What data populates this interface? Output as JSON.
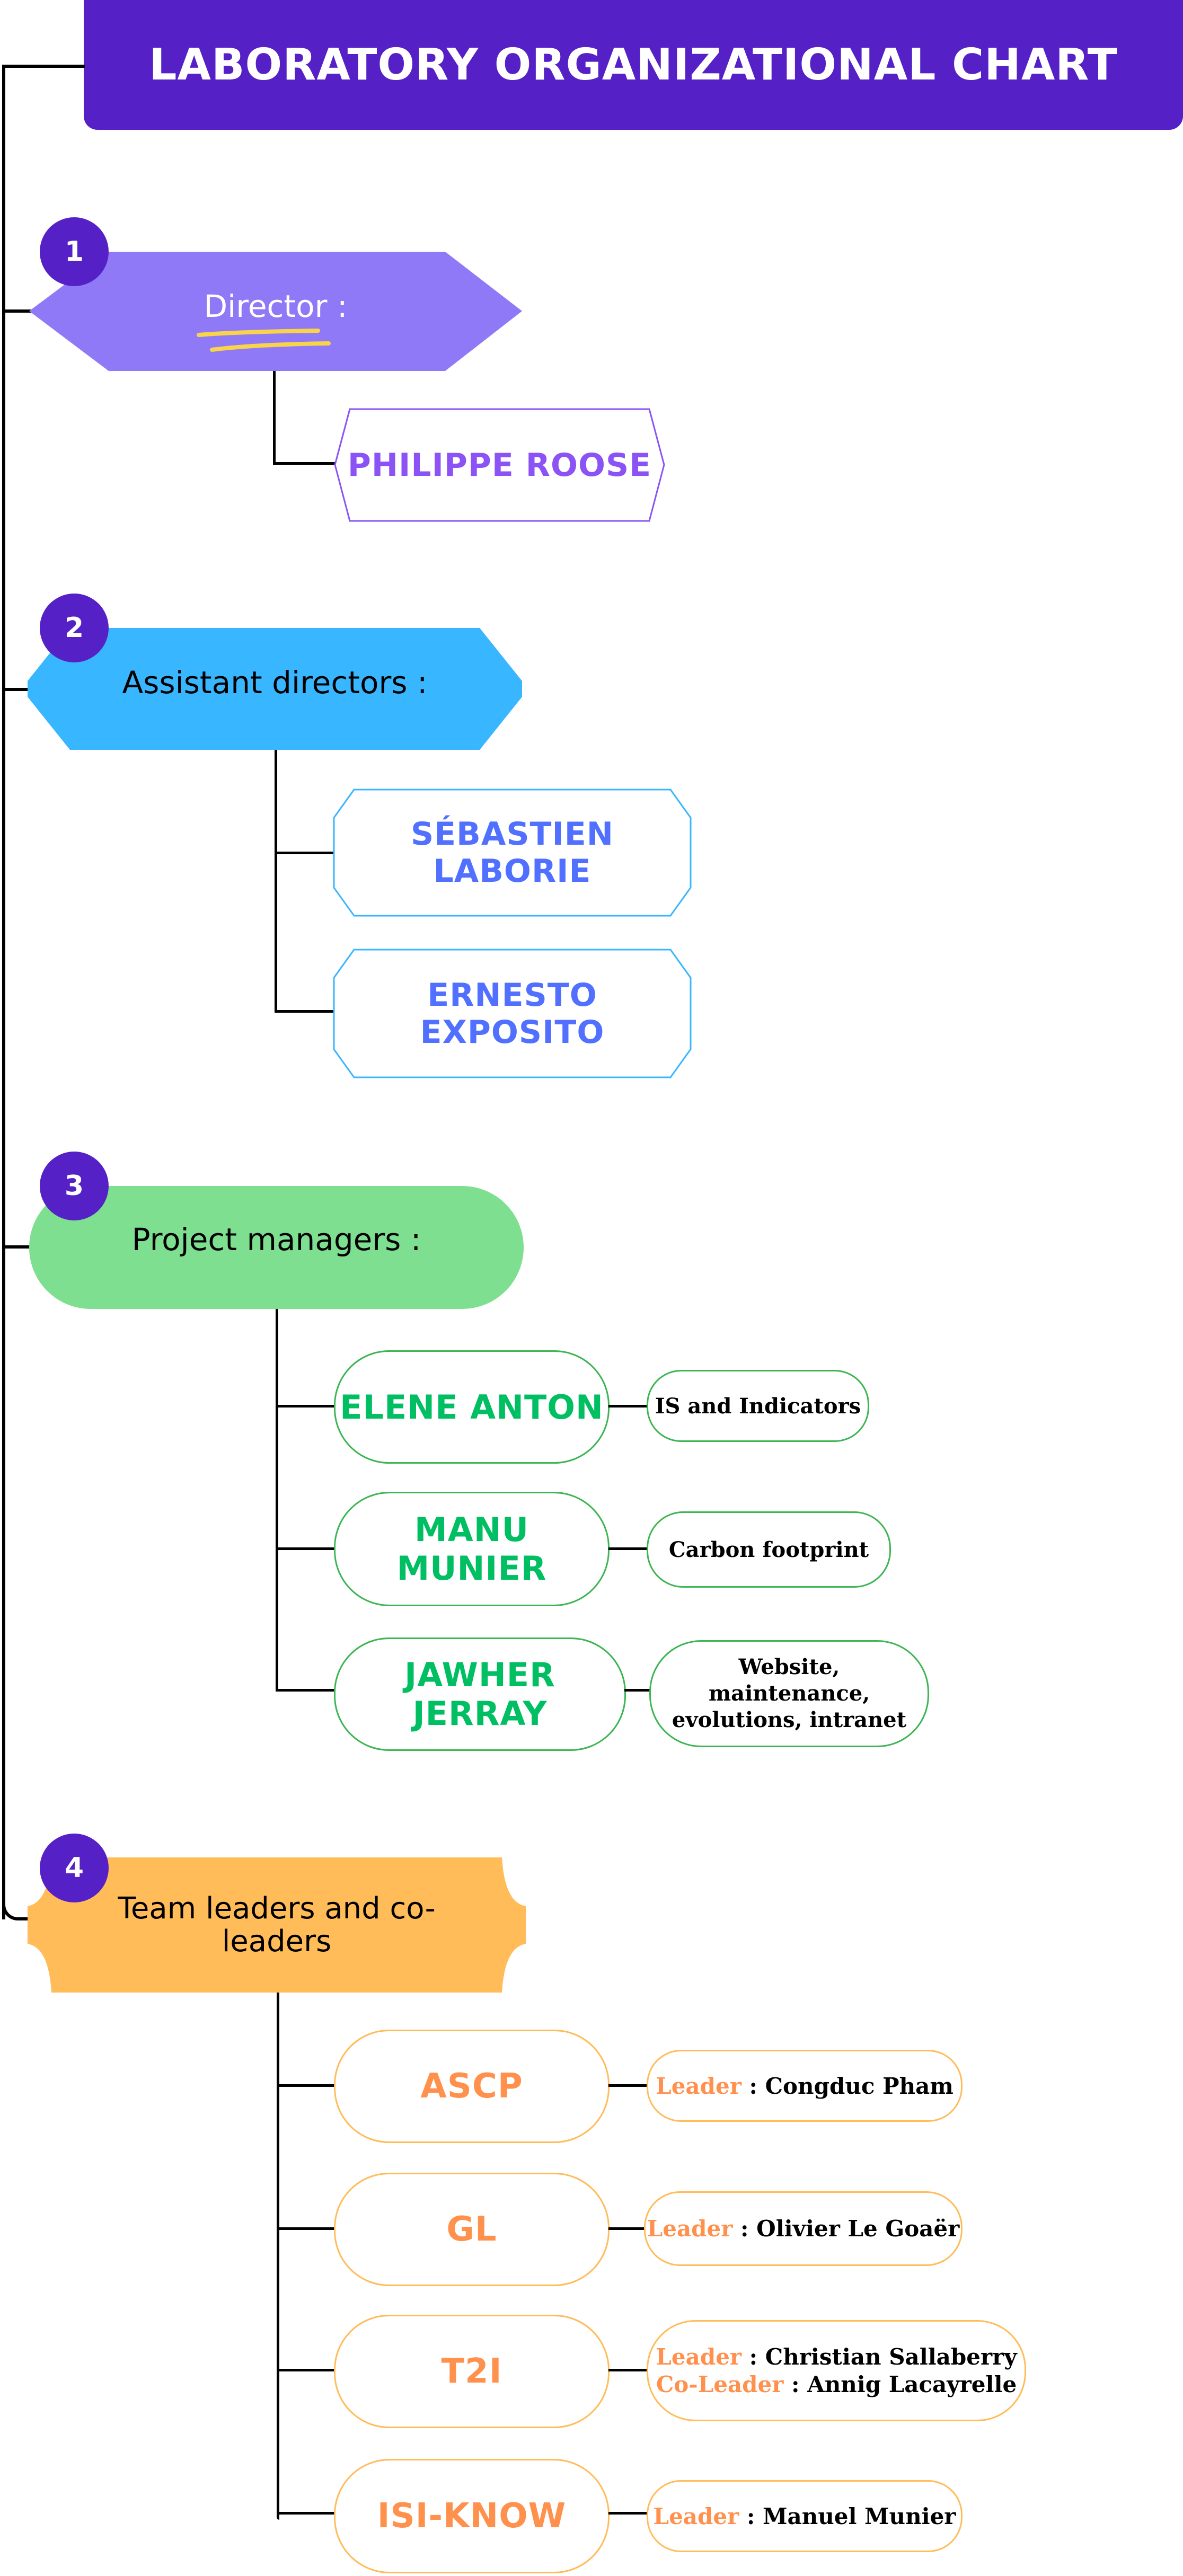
{
  "title": "LABORATORY ORGANIZATIONAL CHART",
  "colors": {
    "title_bg": "#5521C6",
    "badge_bg": "#5521C6",
    "director": "#8F79F6",
    "director_name": "#8B53F5",
    "assistant": "#38B6FF",
    "assistant_name": "#5170FF",
    "project": "#7DDF8F",
    "project_name": "#00BF63",
    "team": "#FFBC59",
    "team_name": "#FF914D"
  },
  "sections": [
    {
      "number": "1",
      "label": "Director :",
      "members": [
        {
          "name": "PHILIPPE ROOSE"
        }
      ]
    },
    {
      "number": "2",
      "label": "Assistant directors :",
      "members": [
        {
          "name": "SÉBASTIEN LABORIE"
        },
        {
          "name": "ERNESTO EXPOSITO"
        }
      ]
    },
    {
      "number": "3",
      "label": "Project managers :",
      "members": [
        {
          "name": "ELENE ANTON",
          "role": "IS and Indicators"
        },
        {
          "name": "MANU MUNIER",
          "role": "Carbon footprint"
        },
        {
          "name": "JAWHER JERRAY",
          "role": "Website, maintenance, evolutions, intranet"
        }
      ]
    },
    {
      "number": "4",
      "label": "Team leaders and co-leaders",
      "teams": [
        {
          "name": "ASCP",
          "leader_label": "Leader",
          "leader": " : Congduc Pham"
        },
        {
          "name": "GL",
          "leader_label": "Leader",
          "leader": " : Olivier Le Goaër"
        },
        {
          "name": "T2I",
          "leader_label": "Leader",
          "leader": " : Christian Sallaberry",
          "coleader_label": "Co-Leader",
          "coleader": " : Annig Lacayrelle"
        },
        {
          "name": "ISI-KNOW",
          "leader_label": "Leader",
          "leader": " : Manuel Munier"
        }
      ]
    }
  ]
}
